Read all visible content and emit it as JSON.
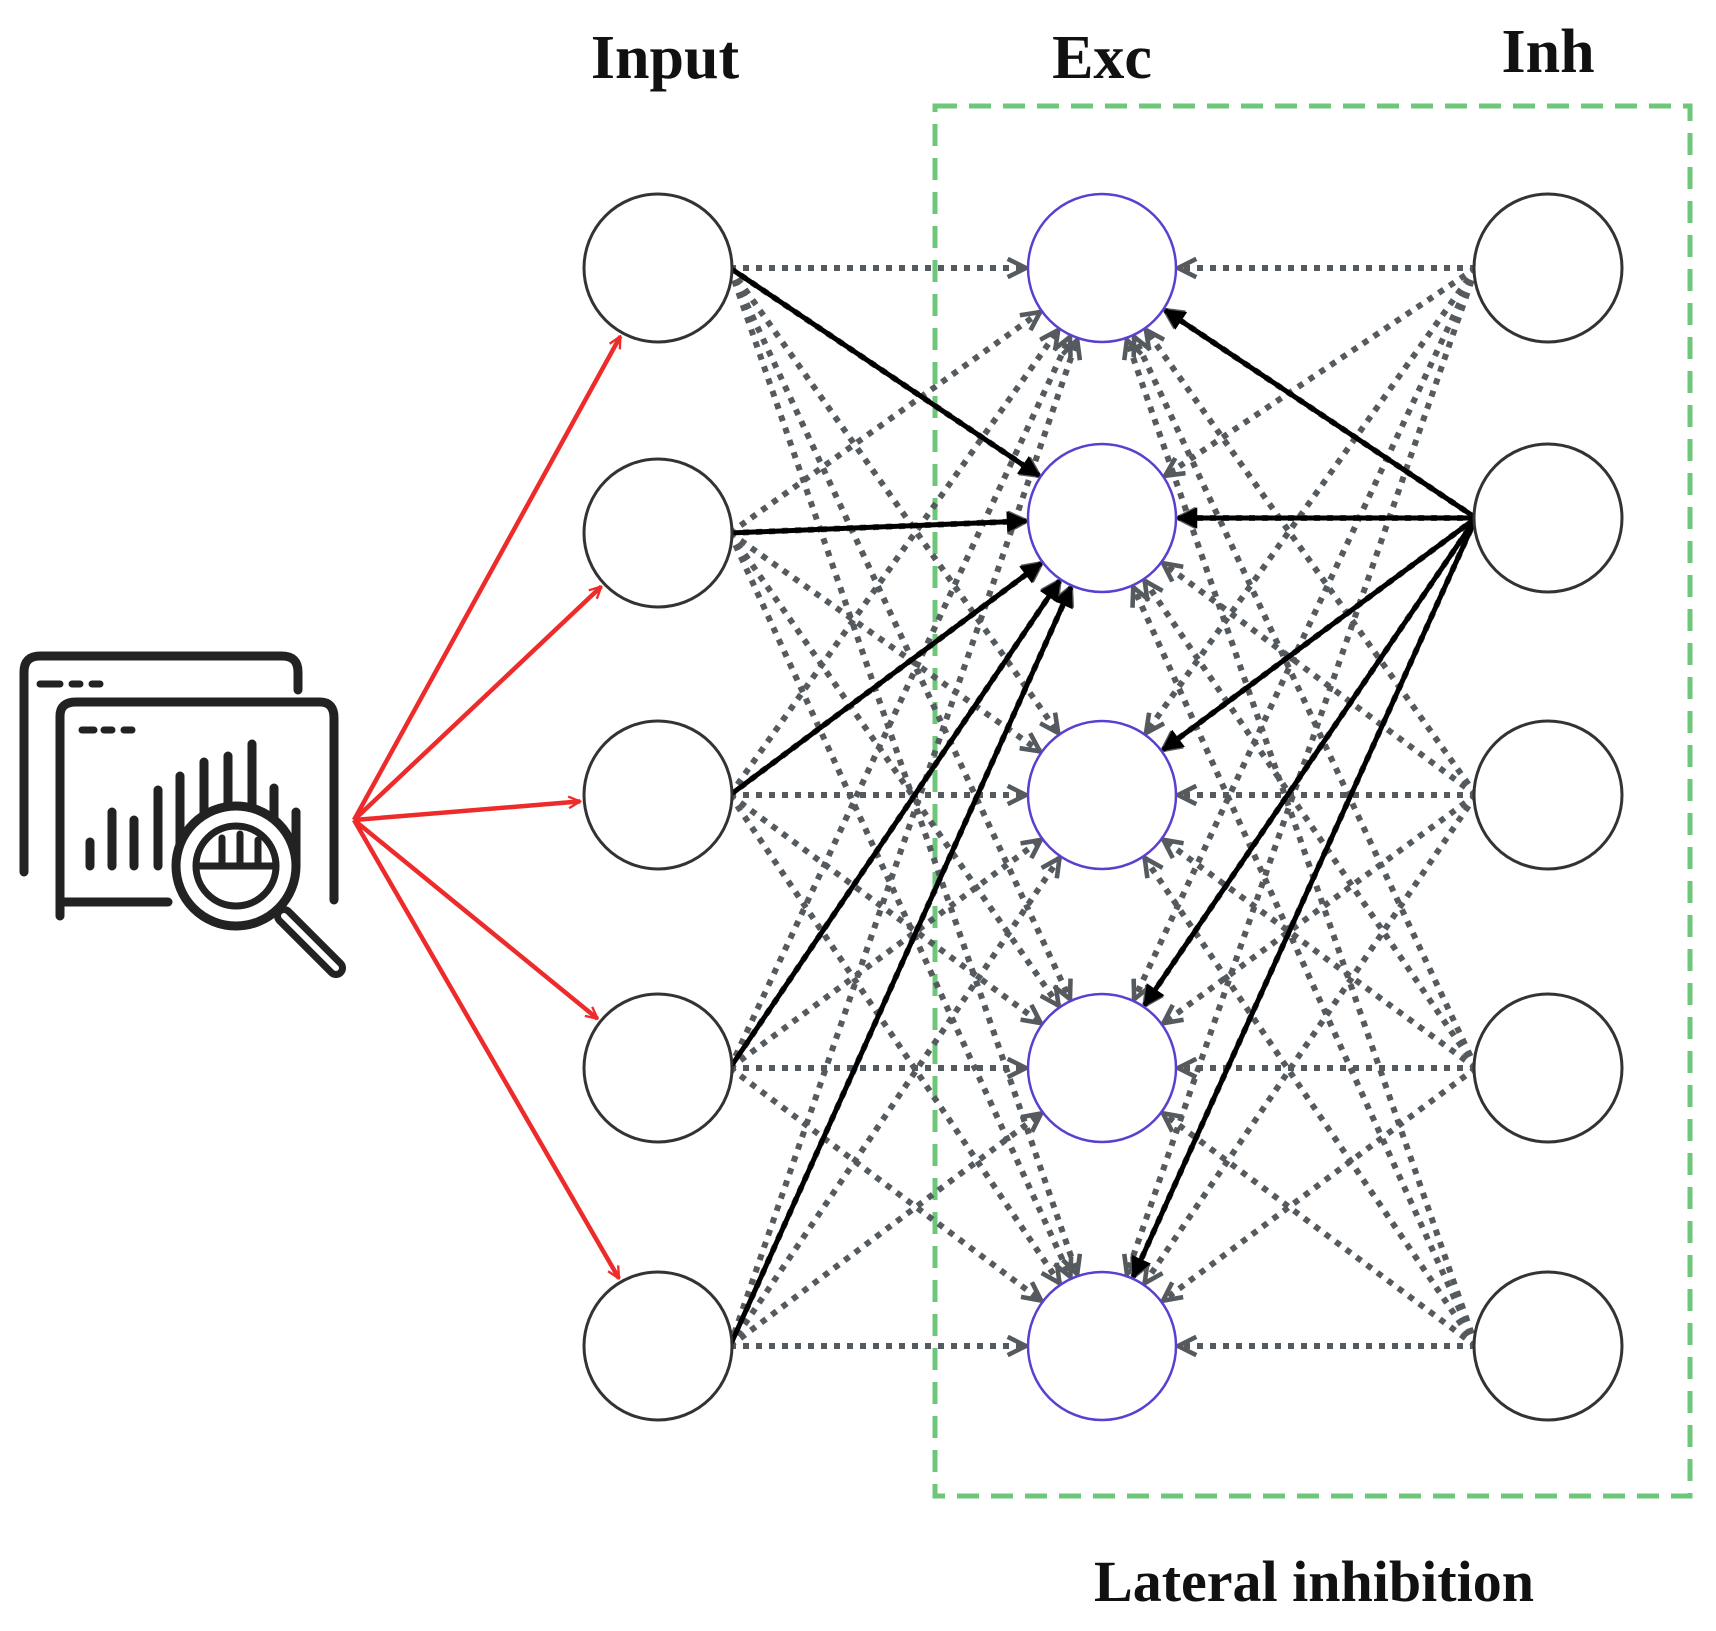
{
  "layers": {
    "input": {
      "label": "Input",
      "node_count": 5
    },
    "excitatory": {
      "label": "Exc",
      "node_count": 5
    },
    "inhibitory": {
      "label": "Inh",
      "node_count": 5
    }
  },
  "lateral_inhibition": {
    "label": "Lateral inhibition"
  },
  "source_icon": "analytics-dashboard-magnifier-icon",
  "highlighted_connections": {
    "input_to_exc_target": 2,
    "inh_to_exc_source": 2
  },
  "colors": {
    "input_arrows": "#ee2b2b",
    "node_stroke": "#333333",
    "exc_node_stroke": "#5a3fd0",
    "dotted_connection": "#555a5e",
    "solid_connection": "#000000",
    "lateral_box": "#6cc77a"
  }
}
